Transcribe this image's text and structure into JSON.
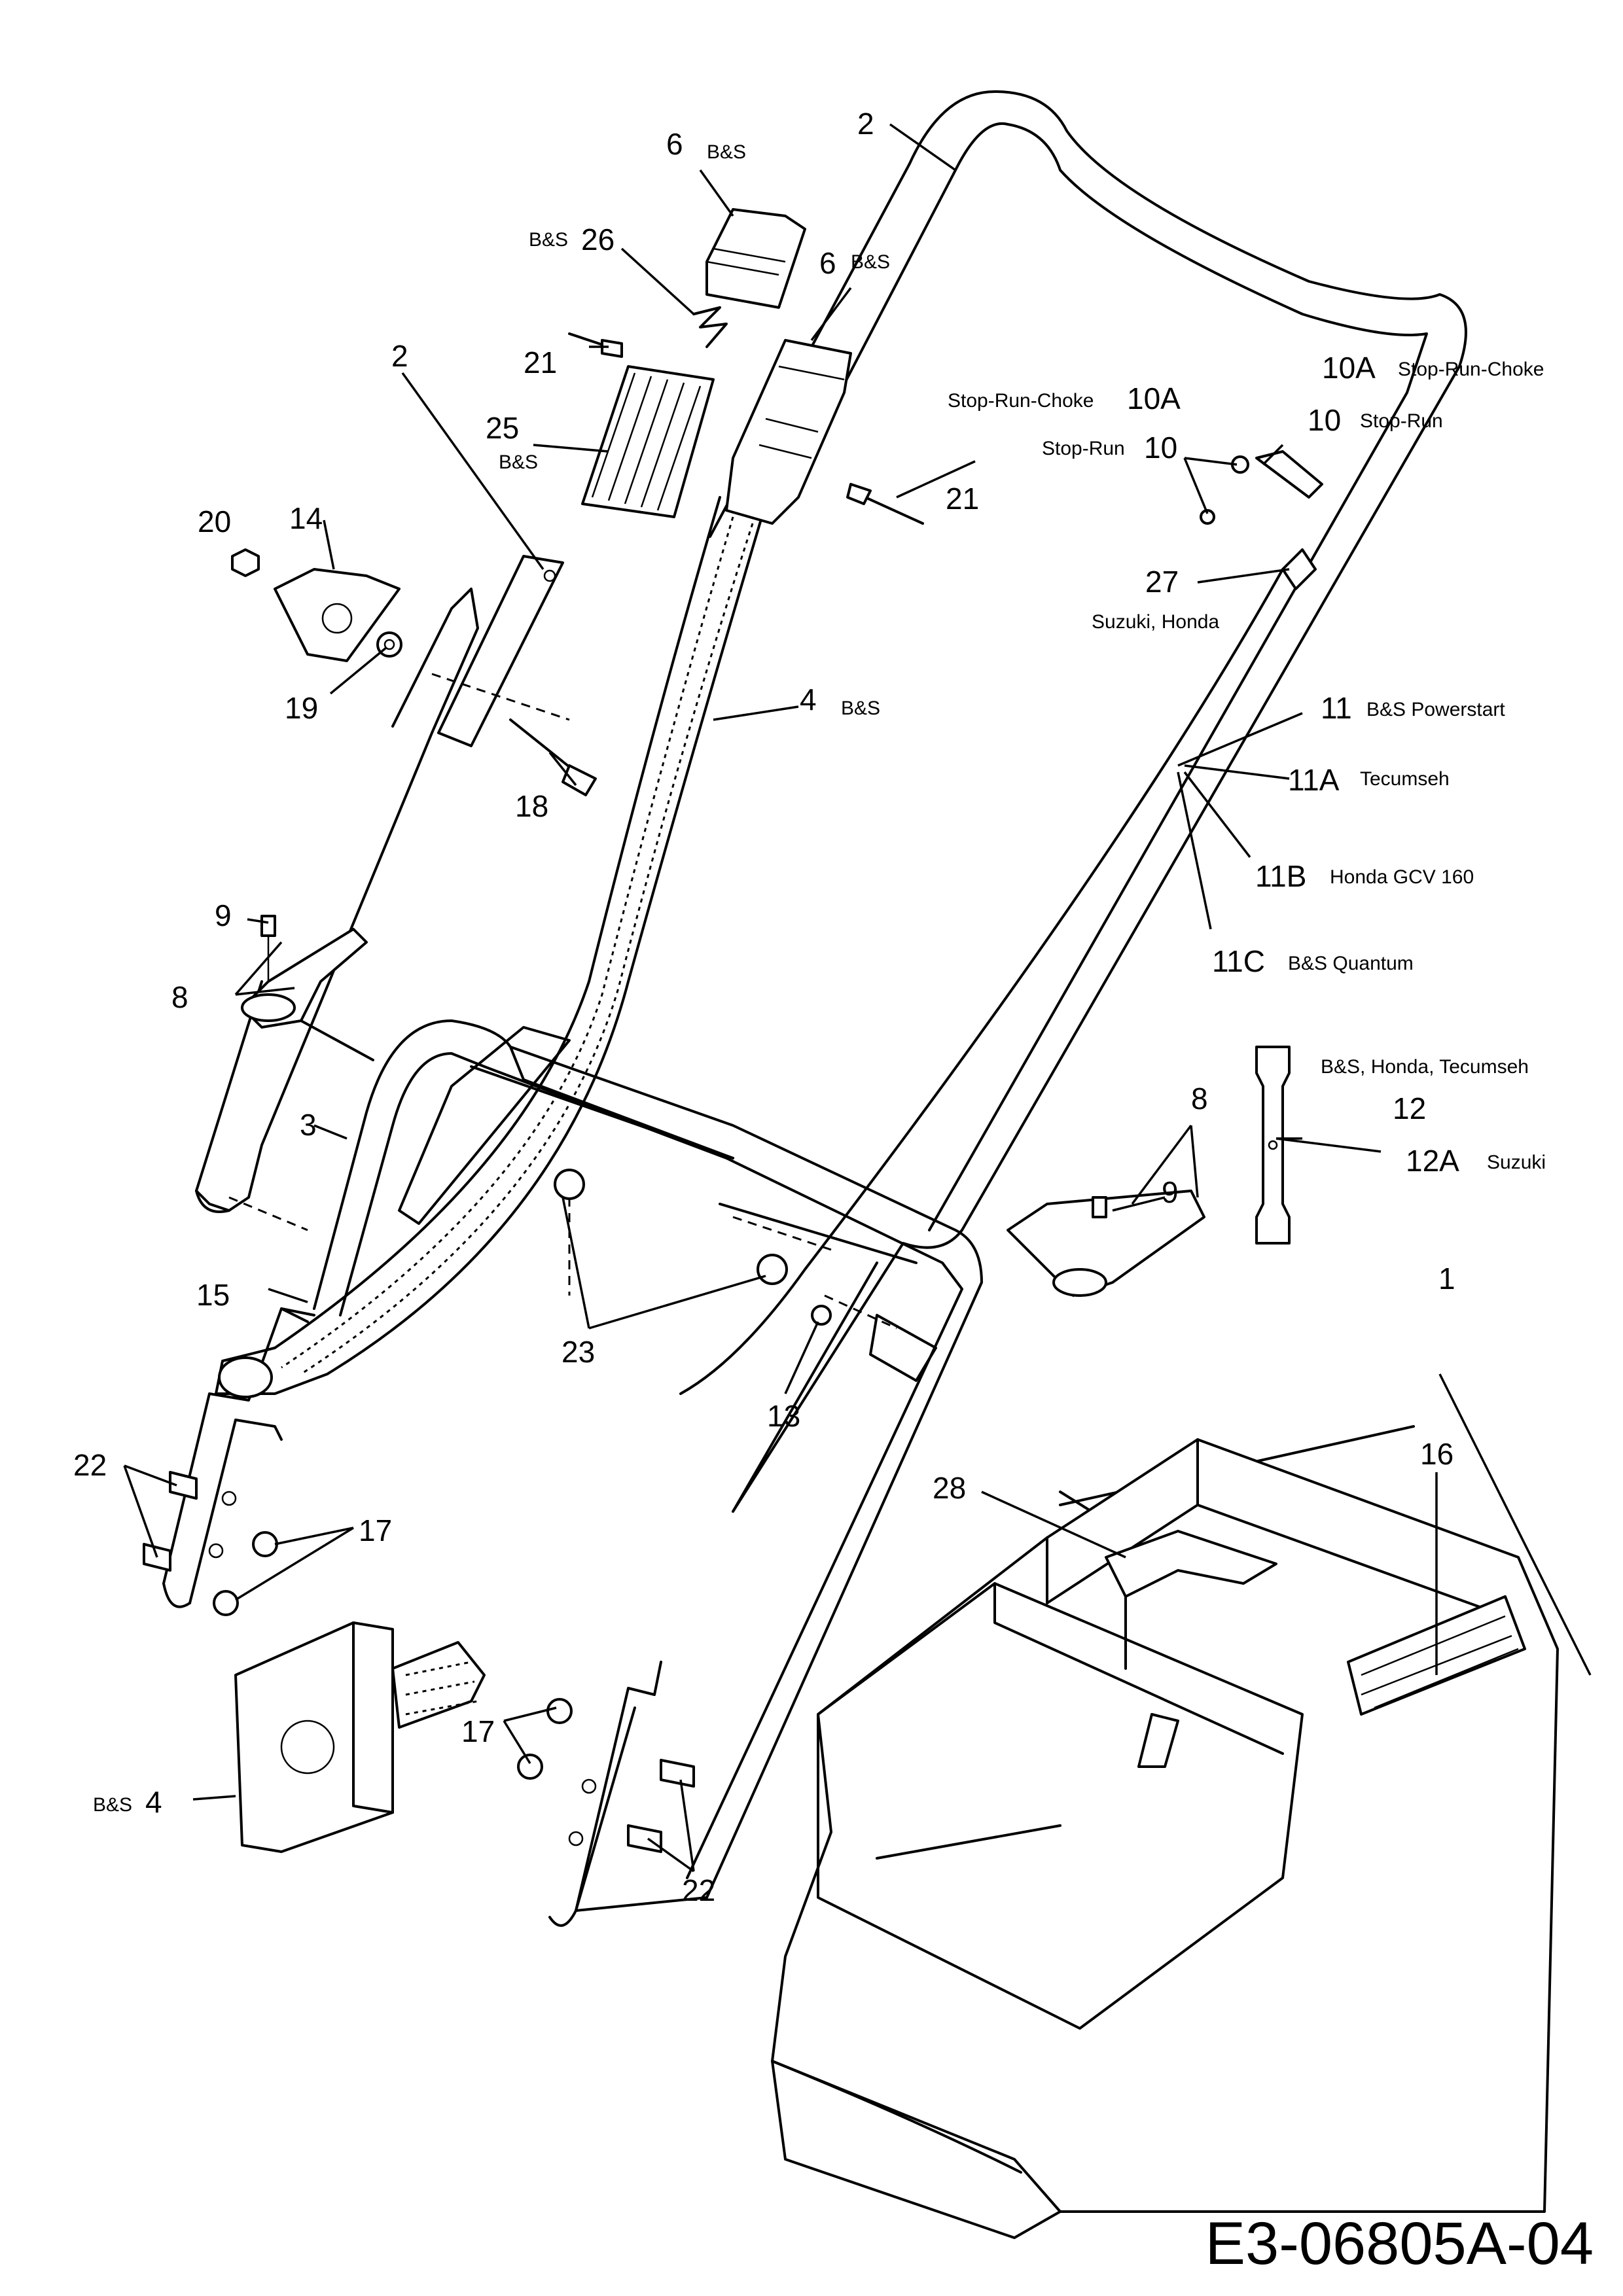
{
  "drawing_code": "E3-06805A-04",
  "callouts": {
    "c1": {
      "num": "1"
    },
    "c2a": {
      "num": "2"
    },
    "c2b": {
      "num": "2"
    },
    "c3": {
      "num": "3"
    },
    "c4a": {
      "num": "4",
      "note": "B&S"
    },
    "c4b": {
      "num": "4",
      "note": "B&S"
    },
    "c6a": {
      "num": "6",
      "note": "B&S"
    },
    "c6b": {
      "num": "6",
      "note": "B&S"
    },
    "c8a": {
      "num": "8"
    },
    "c8b": {
      "num": "8"
    },
    "c9a": {
      "num": "9"
    },
    "c9b": {
      "num": "9"
    },
    "c10": {
      "num": "10",
      "note": "Stop-Run"
    },
    "c10b": {
      "num": "10",
      "note": "Stop-Run"
    },
    "c10A": {
      "num": "10A",
      "note": "Stop-Run-Choke"
    },
    "c10Ab": {
      "num": "10A",
      "note": "Stop-Run-Choke"
    },
    "c11": {
      "num": "11",
      "note": "B&S Powerstart"
    },
    "c11A": {
      "num": "11A",
      "note": "Tecumseh"
    },
    "c11B": {
      "num": "11B",
      "note": "Honda GCV 160"
    },
    "c11C": {
      "num": "11C",
      "note": "B&S Quantum"
    },
    "c12": {
      "num": "12",
      "note": "B&S, Honda, Tecumseh"
    },
    "c12A": {
      "num": "12A",
      "note": "Suzuki"
    },
    "c13": {
      "num": "13"
    },
    "c14": {
      "num": "14"
    },
    "c15": {
      "num": "15"
    },
    "c16": {
      "num": "16"
    },
    "c17a": {
      "num": "17"
    },
    "c17b": {
      "num": "17"
    },
    "c18": {
      "num": "18"
    },
    "c19": {
      "num": "19"
    },
    "c20": {
      "num": "20"
    },
    "c21a": {
      "num": "21"
    },
    "c21b": {
      "num": "21"
    },
    "c22a": {
      "num": "22"
    },
    "c22b": {
      "num": "22"
    },
    "c23": {
      "num": "23"
    },
    "c25": {
      "num": "25",
      "note": "B&S"
    },
    "c26": {
      "num": "26",
      "note": "B&S"
    },
    "c27": {
      "num": "27",
      "note": "Suzuki, Honda"
    },
    "c28": {
      "num": "28"
    }
  }
}
